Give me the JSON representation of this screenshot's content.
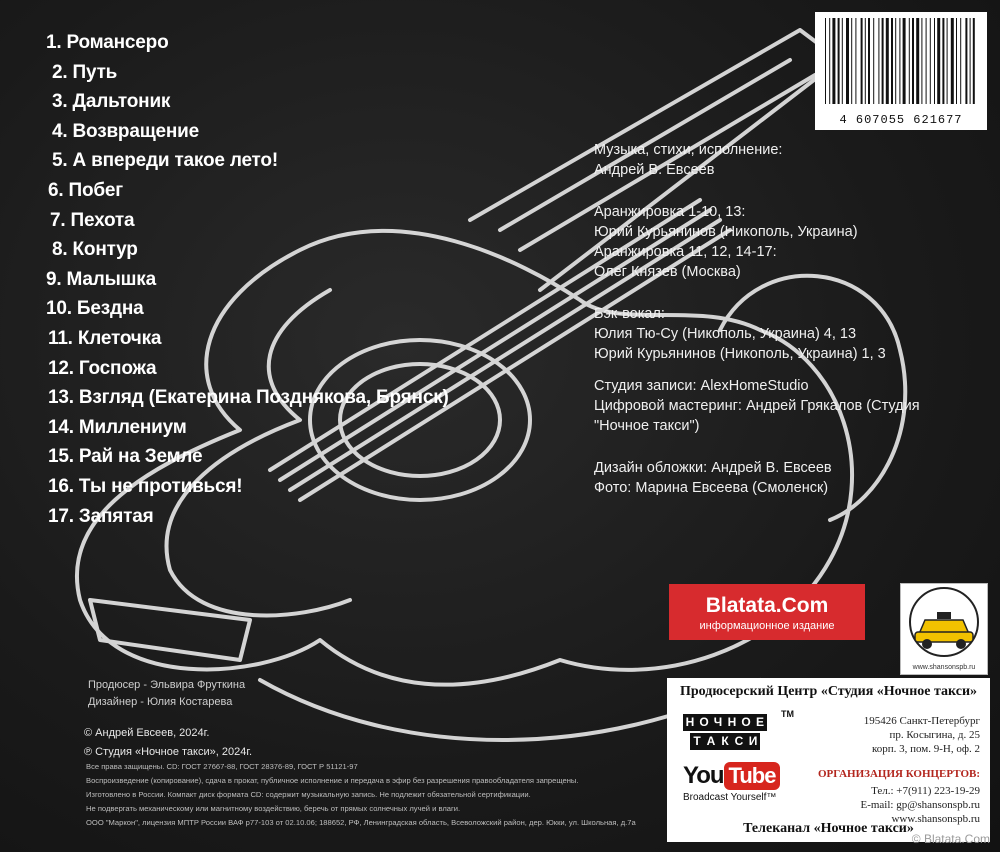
{
  "tracks": [
    "1. Романсеро",
    "2. Путь",
    "3. Дальтоник",
    "4. Возвращение",
    "5. А впереди такое лето!",
    "6. Побег",
    "7. Пехота",
    "8. Контур",
    "9. Малышка",
    "10. Бездна",
    "11. Клеточка",
    "12. Госпожа",
    "13. Взгляд (Екатерина Позднякова, Брянск)",
    "14. Миллениум",
    "15. Рай на Земле",
    "16. Ты не противься!",
    "17. Запятая"
  ],
  "barcode": {
    "digits": "4 607055 621677"
  },
  "credits": {
    "music_label": "Музыка, стихи, исполнение:",
    "music_name": "Андрей В. Евсеев",
    "arr1_label": "Аранжировка 1-10, 13:",
    "arr1_name": "Юрий Курьянинов (Никополь, Украина)",
    "arr2_label": "Аранжировка 11, 12, 14-17:",
    "arr2_name": "Олег Князев (Москва)",
    "back_label": "Бэк-вокал:",
    "back_1": "Юлия Тю-Су (Никополь, Украина) 4, 13",
    "back_2": "Юрий Курьянинов (Никополь, Украина) 1, 3",
    "studio": "Студия записи: AlexHomeStudio",
    "mastering_1": "Цифровой мастеринг: Андрей Грякалов (Студия",
    "mastering_2": "\"Ночное такси\")",
    "design": "Дизайн обложки: Андрей В. Евсеев",
    "photo": "Фото: Марина Евсеева (Смоленск)"
  },
  "blatata": {
    "title": "Blatata.Com",
    "subtitle": "информационное издание"
  },
  "taxi_logo": {
    "url": "www.shansonspb.ru"
  },
  "small_credits": {
    "producer": "Продюсер - Эльвира Фруткина",
    "designer": "Дизайнер - Юлия Костарева"
  },
  "copyright": {
    "line1": "©  Андрей Евсеев, 2024г.",
    "line2": "℗  Студия «Ночное такси», 2024г."
  },
  "legal": [
    "Все права защищены. CD: ГОСТ 27667-88, ГОСТ 28376-89, ГОСТ Р 51121-97",
    "Воспроизведение (копирование), сдача в прокат, публичное исполнение и передача в эфир без разрешения правообладателя запрещены.",
    "Изготовлено в России. Компакт диск формата CD: содержит музыкальную запись. Не подлежит обязательной сертификации.",
    "Не подвергать механическому или магнитному воздействию, беречь от прямых солнечных лучей и влаги.",
    "ООО \"Маркон\", лицензия МПТР России ВАФ р77-103 от 02.10.06; 188652, РФ, Ленинградская область, Всеволожский район, дер. Юкки, ул. Школьная, д.7а"
  ],
  "producer_center": {
    "header": "Продюсерский Центр «Студия «Ночное такси»",
    "brand_line1": "НОЧНОЕ",
    "brand_line2": "ТАКСИ",
    "tm": "TM",
    "youtube_you": "You",
    "youtube_tube": "Tube",
    "youtube_slogan": "Broadcast Yourself™",
    "address_1": "195426 Санкт-Петербург",
    "address_2": "пр. Косыгина, д. 25",
    "address_3": "корп. 3, пом. 9-Н, оф. 2",
    "org_label": "ОРГАНИЗАЦИЯ КОНЦЕРТОВ:",
    "phone": "Тел.: +7(911) 223-19-29",
    "email": "E-mail: gp@shansonspb.ru",
    "website": "www.shansonspb.ru",
    "tv": "Телеканал «Ночное такси»"
  },
  "watermark": "© Blatata.Com",
  "colors": {
    "background": "#1b1b1b",
    "accent_red": "#d72b2e",
    "text": "#ffffff"
  }
}
